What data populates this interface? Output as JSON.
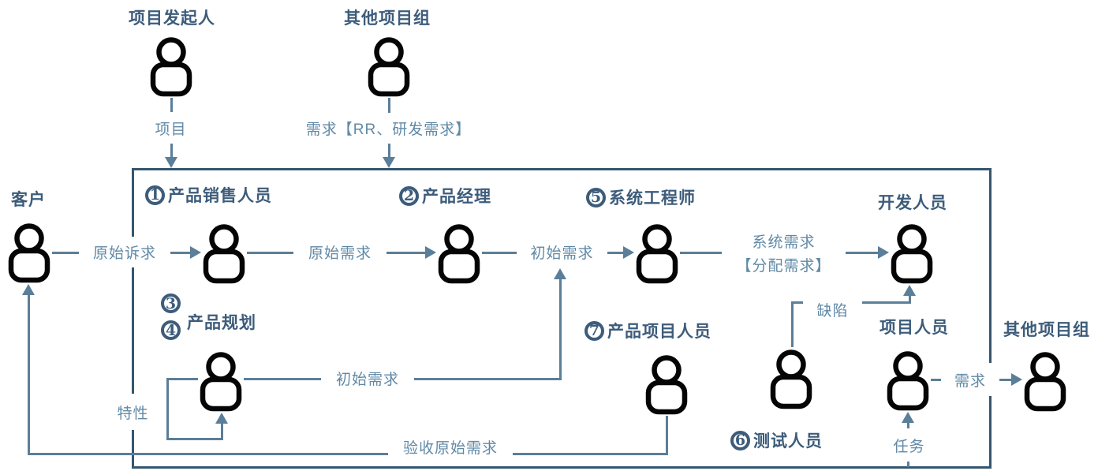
{
  "colors": {
    "background": "#ffffff",
    "container_border": "#35566e",
    "connector_line": "#5b7e99",
    "role_text": "#3d5c7b",
    "edge_label_text": "#6089a6",
    "person_icon": "#000000"
  },
  "roles": {
    "initiator": {
      "label": "项目发起人"
    },
    "other_group_top": {
      "label": "其他项目组"
    },
    "customer": {
      "label": "客户"
    },
    "sales": {
      "num": "1",
      "label": "产品销售人员"
    },
    "product_manager": {
      "num": "2",
      "label": "产品经理"
    },
    "product_planning": {
      "num_a": "3",
      "num_b": "4",
      "label": "产品规划"
    },
    "system_engineer": {
      "num": "5",
      "label": "系统工程师"
    },
    "developer": {
      "label": "开发人员"
    },
    "tester": {
      "num": "6",
      "label": "测试人员"
    },
    "product_project": {
      "num": "7",
      "label": "产品项目人员"
    },
    "project_member": {
      "label": "项目人员"
    },
    "other_group_right": {
      "label": "其他项目组"
    }
  },
  "edges": {
    "project": "项目",
    "requirement_rr": "需求【RR、研发需求】",
    "original_appeal": "原始诉求",
    "original_requirement": "原始需求",
    "initial_requirement": "初始需求",
    "system_requirement_line1": "系统需求",
    "system_requirement_line2": "【分配需求】",
    "defect": "缺陷",
    "feature": "特性",
    "initial_requirement_2": "初始需求",
    "accept_original_requirement": "验收原始需求",
    "task": "任务",
    "requirement": "需求"
  }
}
